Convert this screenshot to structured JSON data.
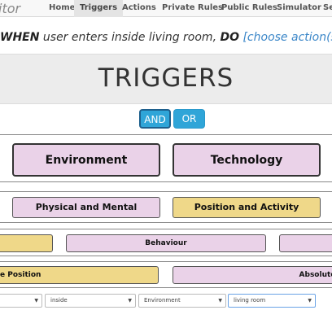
{
  "navbar": {
    "brand": "itor",
    "items": [
      {
        "label": "Home"
      },
      {
        "label": "Triggers",
        "active": true
      },
      {
        "label": "Actions"
      },
      {
        "label": "Private Rules"
      },
      {
        "label": "Public Rules"
      },
      {
        "label": "Simulator"
      },
      {
        "label": "Se"
      }
    ]
  },
  "sentence": {
    "when": "WHEN",
    "condition": "user enters inside living room,",
    "do": "DO",
    "action_link": "[choose action(s)]"
  },
  "title": "TRIGGERS",
  "operators": {
    "and": "AND",
    "or": "OR"
  },
  "row1": {
    "items": [
      "Environment",
      "Technology"
    ]
  },
  "row2": {
    "items": [
      "Physical and Mental",
      "Position and Activity"
    ]
  },
  "row3": {
    "items": [
      "",
      "Behaviour",
      ""
    ]
  },
  "row4": {
    "items": [
      "e Position",
      "AbsoluteP"
    ]
  },
  "selects": [
    {
      "value": ""
    },
    {
      "value": "inside"
    },
    {
      "value": "Environment"
    },
    {
      "value": "living room"
    }
  ],
  "colors": {
    "accent": "#2fa5d8",
    "category_pink": "#ead2e8",
    "category_yellow": "#efd889",
    "link": "#3a86c8"
  }
}
